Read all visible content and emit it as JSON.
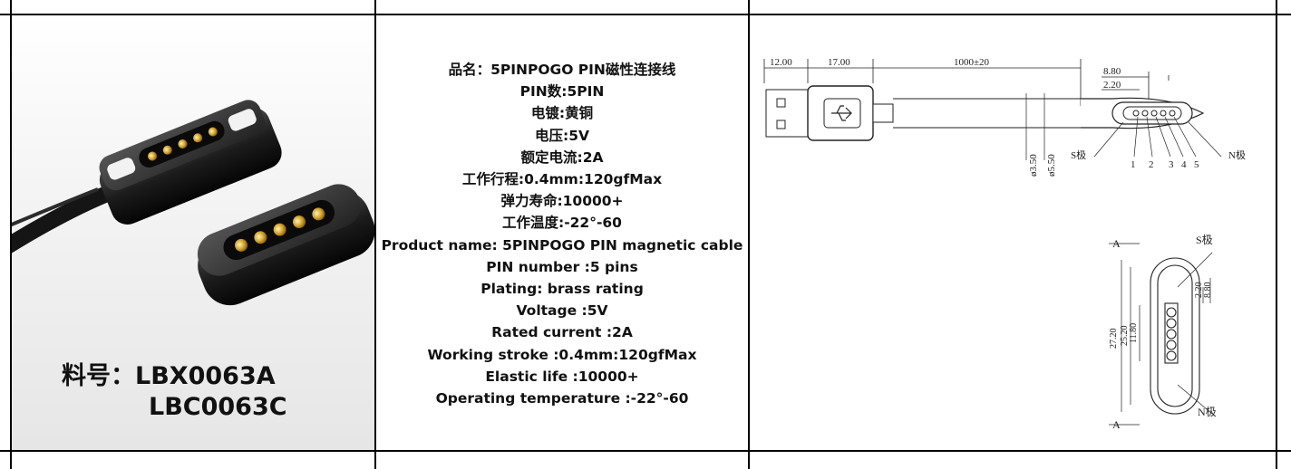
{
  "product_photo": {
    "part_label": "料号：",
    "part_numbers": [
      "LBX0063A",
      "LBC0063C"
    ]
  },
  "spec_lines": [
    "品名：5PINPOGO PIN磁性连接线",
    "PIN数:5PIN",
    "电镀:黄铜",
    "电压:5V",
    "额定电流:2A",
    "工作行程:0.4mm:120gfMax",
    "弹力寿命:10000+",
    "工作温度:-22°-60",
    "Product name: 5PINPOGO PIN magnetic cable",
    "PIN number :5 pins",
    "Plating: brass rating",
    "Voltage :5V",
    "Rated current :2A",
    "Working stroke :0.4mm:120gfMax",
    "Elastic life :10000+",
    "Operating temperature :-22°-60"
  ],
  "drawing": {
    "dims_top": [
      "12.00",
      "17.00",
      "1000±20",
      "8.80",
      "2.20"
    ],
    "dia_small": "ø3.50",
    "dia_large": "ø5.50",
    "pole_s": "S极",
    "pole_n": "N极",
    "pins": [
      "1",
      "2",
      "3",
      "4",
      "5"
    ],
    "section_a": "A",
    "dims_front": [
      "27.20",
      "25.20",
      "11.80",
      "2.20",
      "8.80"
    ]
  }
}
